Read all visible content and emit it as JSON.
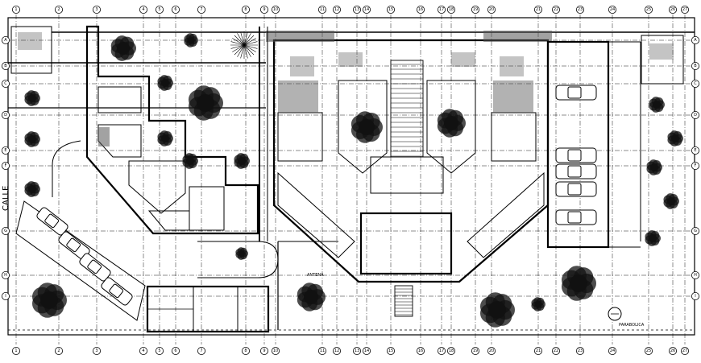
{
  "labels": {
    "street": "CALLE",
    "antenna": "ANTENA",
    "dish": "PARABOLICA"
  },
  "top_grid": [
    "1",
    "2",
    "3",
    "4",
    "5",
    "6",
    "7",
    "8",
    "9",
    "10",
    "11",
    "12",
    "13",
    "14",
    "15",
    "16",
    "17",
    "18",
    "19",
    "20",
    "21",
    "22",
    "23",
    "24",
    "25",
    "26",
    "27"
  ],
  "bottom_grid": [
    "1",
    "2",
    "3",
    "4",
    "5",
    "6",
    "7",
    "8",
    "9",
    "10",
    "11",
    "12",
    "13",
    "14",
    "15",
    "16",
    "17",
    "18",
    "19",
    "20",
    "21",
    "22",
    "23",
    "24",
    "25",
    "26",
    "27"
  ],
  "left_grid": [
    "A",
    "B",
    "C",
    "D",
    "E",
    "F",
    "G",
    "H",
    "I"
  ],
  "right_grid": [
    "A",
    "B",
    "C",
    "D",
    "E",
    "F",
    "G",
    "H",
    "I"
  ]
}
